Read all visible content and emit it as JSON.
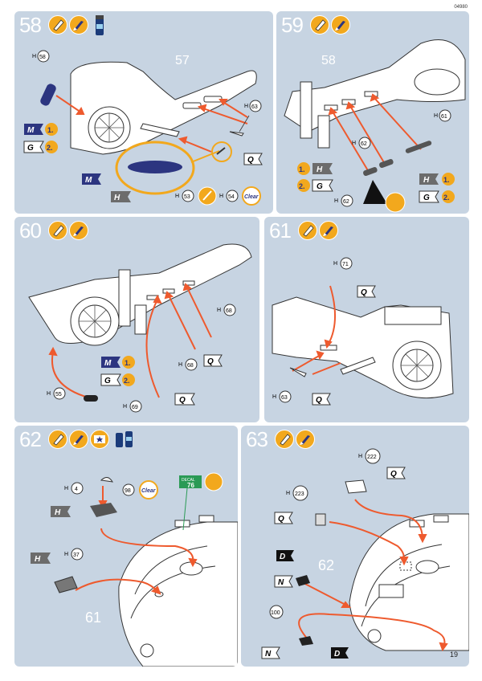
{
  "doc": {
    "number": "04980",
    "page": "19"
  },
  "steps": [
    {
      "number": "58",
      "part": "57",
      "callouts": {
        "h58": "58",
        "h53": "53",
        "h54": "54",
        "h63": "63"
      },
      "h_prefix": "H",
      "flags": {
        "m": "M",
        "g": "G",
        "h": "H",
        "q": "Q"
      },
      "order": {
        "first": "1.",
        "second": "2."
      },
      "clear": "Clear"
    },
    {
      "number": "59",
      "part": "58",
      "callouts": {
        "h61": "61",
        "h62a": "62",
        "h62b": "62"
      },
      "h_prefix": "H",
      "flags": {
        "h": "H",
        "g": "G"
      },
      "order": {
        "first": "1.",
        "second": "2."
      }
    },
    {
      "number": "60",
      "callouts": {
        "h55": "55",
        "h68a": "68",
        "h68b": "68",
        "h69": "69"
      },
      "h_prefix": "H",
      "flags": {
        "m": "M",
        "g": "G",
        "q": "Q"
      },
      "order": {
        "first": "1.",
        "second": "2."
      }
    },
    {
      "number": "61",
      "callouts": {
        "h71": "71",
        "h63": "63"
      },
      "h_prefix": "H",
      "flags": {
        "q": "Q"
      }
    },
    {
      "number": "62",
      "part": "61",
      "callouts": {
        "h4": "4",
        "n98": "98",
        "h37": "37"
      },
      "h_prefix": "H",
      "flags": {
        "h": "H"
      },
      "decal": {
        "label": "DECAL",
        "number": "76"
      },
      "clear": "Clear"
    },
    {
      "number": "63",
      "part": "62",
      "callouts": {
        "h222": "222",
        "h223": "223",
        "n100": "100"
      },
      "h_prefix": "H",
      "flags": {
        "q": "Q",
        "d": "D",
        "n": "N"
      }
    }
  ],
  "colors": {
    "panel": "#c7d4e2",
    "arrow": "#ee5a2e",
    "orange": "#f2a81d",
    "navy": "#2c3580",
    "gray": "#6c6c6c"
  },
  "icons": [
    "glue-tube-icon",
    "paint-brush-icon",
    "paint-pot-icon",
    "decal-water-icon",
    "clear-varnish-icon"
  ]
}
